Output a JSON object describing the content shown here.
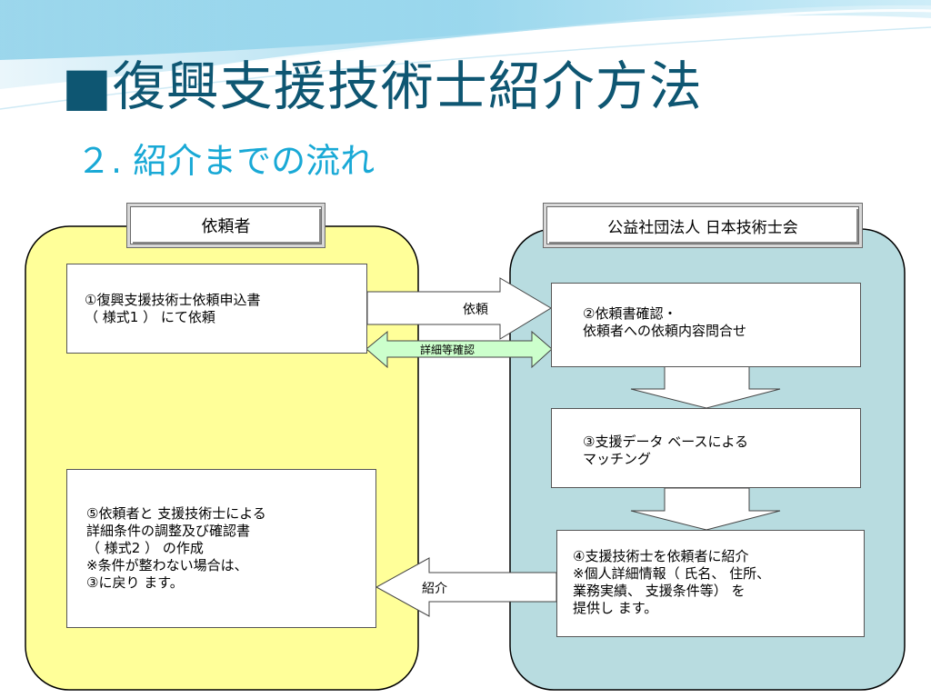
{
  "title": "■復興支援技術士紹介方法",
  "subtitle": "２. 紹介までの流れ",
  "requester": {
    "label": "依頼者",
    "step1": [
      "①復興支援技術士依頼申込書",
      "（ 様式1 ） にて依頼"
    ],
    "step5": [
      "⑤依頼者と 支援技術士による",
      "詳細条件の調整及び確認書",
      "（ 様式2 ） の作成",
      "※条件が整わない場合は、",
      "③に戻り ます。"
    ]
  },
  "association": {
    "label": "公益社団法人 日本技術士会",
    "step2": [
      "②依頼書確認・",
      "依頼者への依頼内容問合せ"
    ],
    "step3": [
      "③支援データ ベースによる",
      "マッチング"
    ],
    "step4": [
      "④支援技術士を依頼者に紹介",
      "※個人詳細情報（ 氏名、 住所、",
      "業務実績、 支援条件等） を",
      "提供し ます。"
    ]
  },
  "arrows": {
    "request": "依頼",
    "confirm": "詳細等確認",
    "introduce": "紹介"
  },
  "colors": {
    "requester_panel": "#ffff99",
    "association_panel": "#b8dce0",
    "confirm_arrow": "#ccffcc",
    "title": "#0e5672",
    "subtitle": "#19a9d6"
  }
}
